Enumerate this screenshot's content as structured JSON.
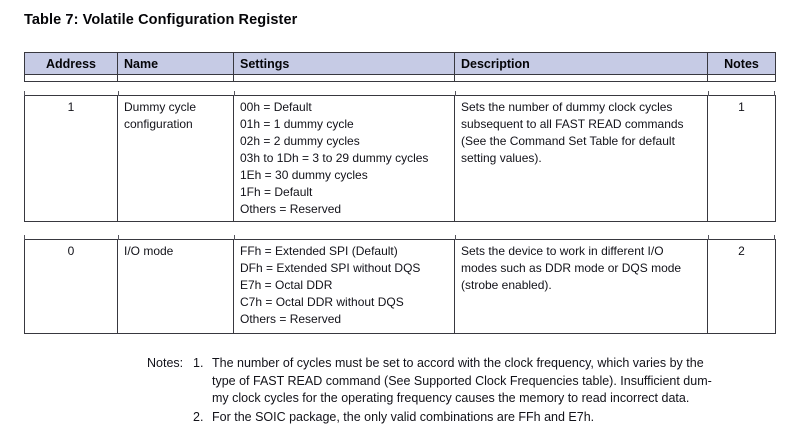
{
  "title": "Table 7: Volatile Configuration Register",
  "table": {
    "columns": [
      "Address",
      "Name",
      "Settings",
      "Description",
      "Notes"
    ],
    "rows": [
      {
        "address": "1",
        "name_lines": [
          "Dummy cycle",
          "configuration"
        ],
        "settings_lines": [
          "00h = Default",
          "01h = 1 dummy cycle",
          "02h = 2 dummy cycles",
          "03h to 1Dh = 3 to 29 dummy cycles",
          "1Eh = 30 dummy cycles",
          "1Fh = Default",
          "Others = Reserved"
        ],
        "description_lines": [
          "Sets the number of dummy clock cycles",
          "subsequent to all FAST READ commands",
          "(See the Command Set Table for default",
          "setting values)."
        ],
        "notes": "1"
      },
      {
        "address": "0",
        "name_lines": [
          "I/O mode"
        ],
        "settings_lines": [
          "FFh = Extended SPI (Default)",
          "DFh = Extended SPI without DQS",
          "E7h = Octal DDR",
          "C7h = Octal DDR without DQS",
          "Others = Reserved"
        ],
        "description_lines": [
          "Sets the device to work in different I/O",
          "modes such as DDR mode or DQS mode",
          "(strobe enabled)."
        ],
        "notes": "2"
      }
    ]
  },
  "footnotes": {
    "label": "Notes:",
    "items": [
      {
        "number": "1.",
        "lines": [
          "The number of cycles must be set to accord with the clock frequency, which varies by the",
          "type of FAST READ command (See Supported Clock Frequencies table). Insufficient dum-",
          "my clock cycles for the operating frequency causes the memory to read incorrect data."
        ]
      },
      {
        "number": "2.",
        "lines": [
          "For the SOIC package, the only valid combinations are FFh and E7h."
        ]
      }
    ]
  },
  "colors": {
    "header_bg": "#c6cbe5",
    "border": "#38383f",
    "text": "#121219",
    "title_text": "#050508"
  }
}
